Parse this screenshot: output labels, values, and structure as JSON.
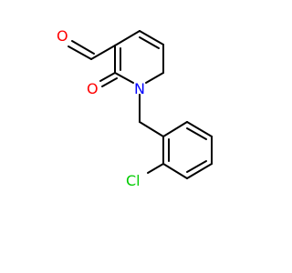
{
  "molecule": {
    "atom_labels": {
      "aldehyde_oxygen": "O",
      "ring_oxygen": "O",
      "nitrogen": "N",
      "chlorine": "Cl"
    },
    "colors": {
      "bond": "#000000",
      "oxygen": "#ff0000",
      "nitrogen": "#0000ff",
      "chlorine": "#00cc00"
    }
  }
}
